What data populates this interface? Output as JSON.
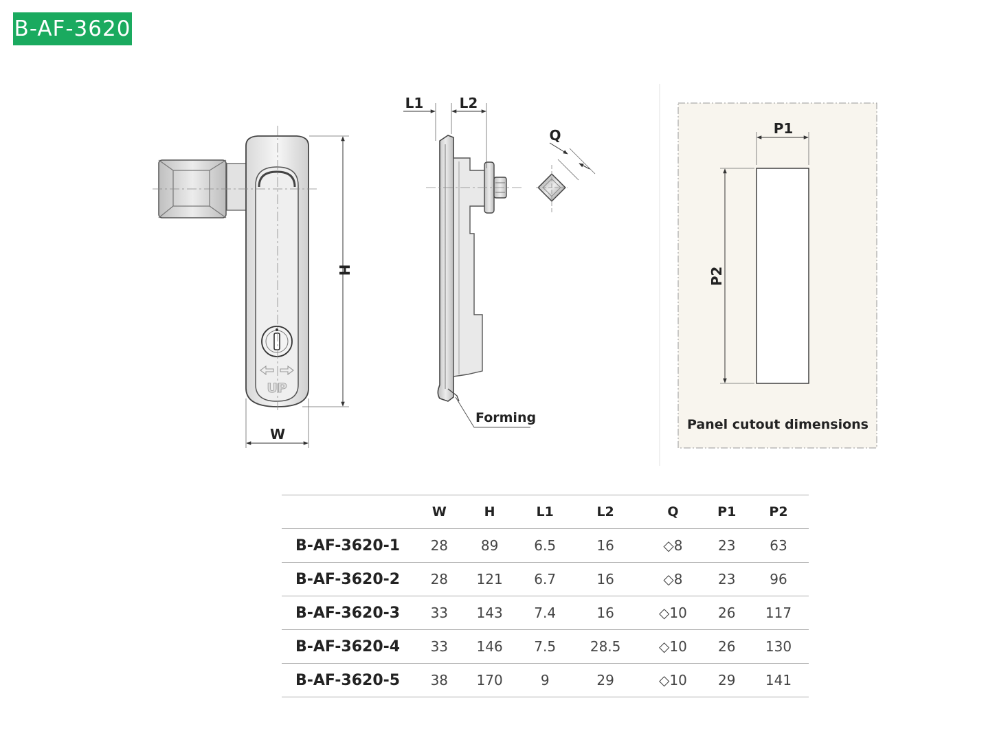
{
  "title": "B-AF-3620",
  "labels": {
    "W": "W",
    "H": "H",
    "L1": "L1",
    "L2": "L2",
    "Q": "Q",
    "P1": "P1",
    "P2": "P2",
    "UP": "UP",
    "forming": "Forming",
    "panel_cutout": "Panel cutout dimensions"
  },
  "table": {
    "headers": [
      "",
      "W",
      "H",
      "L1",
      "L2",
      "Q",
      "P1",
      "P2"
    ],
    "rows": [
      [
        "B-AF-3620-1",
        "28",
        "89",
        "6.5",
        "16",
        "◇8",
        "23",
        "63"
      ],
      [
        "B-AF-3620-2",
        "28",
        "121",
        "6.7",
        "16",
        "◇8",
        "23",
        "96"
      ],
      [
        "B-AF-3620-3",
        "33",
        "143",
        "7.4",
        "16",
        "◇10",
        "26",
        "117"
      ],
      [
        "B-AF-3620-4",
        "33",
        "146",
        "7.5",
        "28.5",
        "◇10",
        "26",
        "130"
      ],
      [
        "B-AF-3620-5",
        "38",
        "170",
        "9",
        "29",
        "◇10",
        "29",
        "141"
      ]
    ]
  },
  "colors": {
    "badge": "#1aaa5f",
    "panel_bg": "#f8f5ee"
  }
}
